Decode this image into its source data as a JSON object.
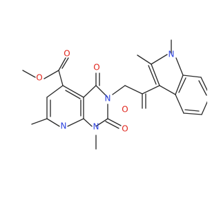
{
  "molecule": {
    "colors": {
      "bond": "#2b2b2b",
      "oxygen": "#e0241b",
      "nitrogen": "#2d43e0",
      "background": "#ffffff"
    },
    "atoms": {
      "o_ester_carbonyl": "O",
      "o_ester_ether": "O",
      "o_c4": "O",
      "o_c2": "O",
      "o_ketone": "O",
      "n_pyridine": "N",
      "n_n1": "N",
      "n_n3": "N",
      "n_indole": "N"
    }
  }
}
